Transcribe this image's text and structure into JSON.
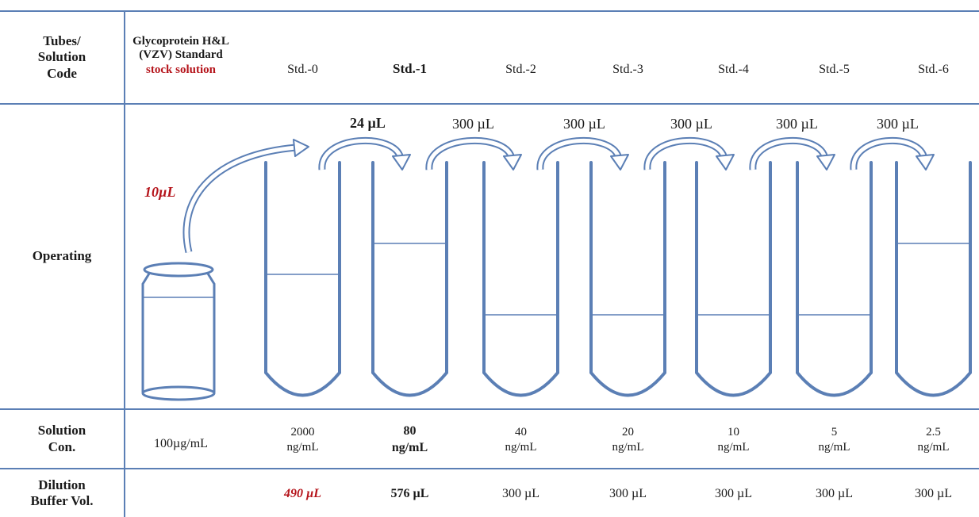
{
  "row_headers": {
    "tubes": "Tubes/\nSolution\nCode",
    "operating": "Operating",
    "concentration": "Solution\nCon.",
    "buffer": "Dilution\nBuffer Vol."
  },
  "stock": {
    "title": "Glycoprotein H&L\n(VZV) Standard",
    "subtitle": "stock solution",
    "concentration": "100µg/mL",
    "transfer_volume": "10µL"
  },
  "standards": [
    {
      "code": "Std.-0",
      "conc": "2000\nng/mL",
      "buffer": "490 µL",
      "fill_level": 0.53
    },
    {
      "code": "Std.-1",
      "conc": "80\nng/mL",
      "buffer": "576 µL",
      "fill_level": 0.66
    },
    {
      "code": "Std.-2",
      "conc": "40\nng/mL",
      "buffer": "300 µL",
      "fill_level": 0.36
    },
    {
      "code": "Std.-3",
      "conc": "20\nng/mL",
      "buffer": "300 µL",
      "fill_level": 0.36
    },
    {
      "code": "Std.-4",
      "conc": "10\nng/mL",
      "buffer": "300 µL",
      "fill_level": 0.36
    },
    {
      "code": "Std.-5",
      "conc": "5\nng/mL",
      "buffer": "300 µL",
      "fill_level": 0.36
    },
    {
      "code": "Std.-6",
      "conc": "2.5\nng/mL",
      "buffer": "300 µL",
      "fill_level": 0.66
    }
  ],
  "transfers": [
    "24 µL",
    "300 µL",
    "300 µL",
    "300 µL",
    "300 µL",
    "300 µL"
  ],
  "colors": {
    "line": "#5b7fb5",
    "accent_red": "#b5141b"
  }
}
